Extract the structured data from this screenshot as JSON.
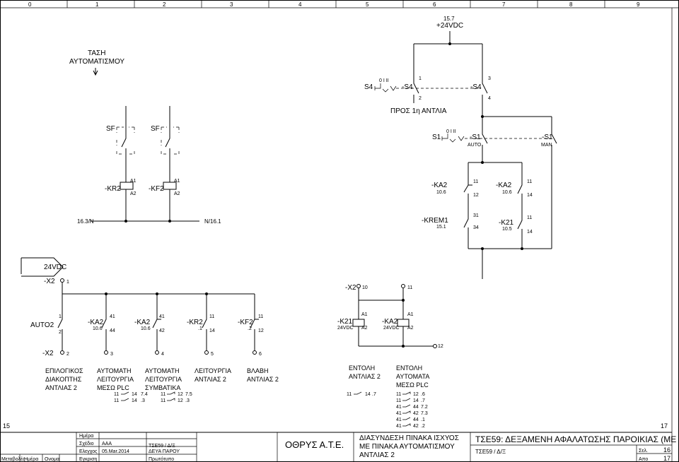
{
  "columns": [
    "0",
    "1",
    "2",
    "3",
    "4",
    "5",
    "6",
    "7",
    "8",
    "9"
  ],
  "rows": [
    "15",
    "17"
  ],
  "supply": {
    "ref": "15.7",
    "label": "+24VDC"
  },
  "tash": {
    "line1": "ΤΑΣΗ",
    "line2": "ΑΥΤΟΜΑΤΙΣΜΟΥ"
  },
  "s4": {
    "tag": "S4",
    "sw": "0 I II",
    "c1": "-S4",
    "c2": "-S4",
    "t1": "1",
    "t2": "2",
    "t3": "3",
    "t4": "4",
    "note": "ΠΡΟΣ 1η ΑΝΤΛΙΑ"
  },
  "sf": {
    "a": "SF",
    "b": "SF"
  },
  "s1": {
    "tag": "S1",
    "sw": "0 I II",
    "c1": "-S1",
    "c2": "-S1",
    "auto": "AUTO",
    "man": "MAN"
  },
  "coils": {
    "kr2": {
      "tag": "-KR2",
      "a1": "A1",
      "a2": "A2"
    },
    "kf2": {
      "tag": "-KF2",
      "a1": "A1",
      "a2": "A2"
    }
  },
  "ka2a": {
    "tag": "-KA2",
    "ref": "10.6",
    "n1": "11",
    "n2": "12"
  },
  "ka2b": {
    "tag": "-KA2",
    "ref": "10.6",
    "n1": "11",
    "n2": "14"
  },
  "krem1": {
    "tag": "-KREM1",
    "ref": "15.1",
    "n1": "31",
    "n2": "34"
  },
  "k21": {
    "tag": "-K21",
    "ref": "10.5",
    "n1": "11",
    "n2": "14"
  },
  "nline": {
    "left": "16.3/N",
    "right": "N/16.1"
  },
  "v24": "24VDC",
  "x2": {
    "tag": "-X2",
    "t1": "1",
    "t2": "2",
    "t3": "3",
    "t4": "4",
    "t5": "5",
    "t6": "6",
    "t10": "10",
    "t11": "11",
    "t12": "12"
  },
  "lower": {
    "auto2": {
      "tag": "AUTO2",
      "n1": "1",
      "n2": "2"
    },
    "ka2a": {
      "tag": "-KA2",
      "ref": "10.6",
      "n1": "41",
      "n2": "44"
    },
    "ka2b": {
      "tag": "-KA2",
      "ref": "10.6",
      "n1": "41",
      "n2": "42"
    },
    "kr2": {
      "tag": "-KR2",
      "ref": ".1",
      "n1": "11",
      "n2": "14"
    },
    "kf2": {
      "tag": "-KF2",
      "ref": ".2",
      "n1": "11",
      "n2": "12"
    },
    "k21coil": {
      "tag": "-K21",
      "v": "24VDC",
      "a1": "A1",
      "a2": "A2"
    },
    "ka2coil": {
      "tag": "-KA2",
      "v": "24VDC",
      "a1": "A1",
      "a2": "A2"
    }
  },
  "descriptions": [
    {
      "l1": "ΕΠΙΛΟΓΙΚΟΣ",
      "l2": "ΔΙΑΚΟΠΤΗΣ",
      "l3": "ΑΝΤΛΙΑΣ 2"
    },
    {
      "l1": "ΑΥΤΟΜΑΤΗ",
      "l2": "ΛΕΙΤΟΥΡΓΙΑ",
      "l3": "ΜΕΣΩ PLC"
    },
    {
      "l1": "ΑΥΤΟΜΑΤΗ",
      "l2": "ΛΕΙΤΟΥΡΓΙΑ",
      "l3": "ΣΥΜΒΑΤΙΚΑ"
    },
    {
      "l1": "ΛΕΙΤΟΥΡΓΙΑ",
      "l2": "ΑΝΤΛΙΑΣ 2",
      "l3": ""
    },
    {
      "l1": "ΒΛΑΒΗ",
      "l2": "ΑΝΤΛΙΑΣ 2",
      "l3": ""
    }
  ],
  "cmd1": {
    "l1": "ΕΝΤΟΛΗ",
    "l2": "ΑΝΤΛΙΑΣ 2"
  },
  "cmd2": {
    "l1": "ΕΝΤΟΛΗ",
    "l2": "ΑΥΤΟΜΑΤΑ",
    "l3": "ΜΕΣΩ PLC"
  },
  "xref": {
    "c1": [
      {
        "a": "11",
        "b": "14",
        "c": "7.4"
      },
      {
        "a": "11",
        "b": "14",
        "c": ".3"
      }
    ],
    "c2": [
      {
        "a": "11",
        "b": "12",
        "c": "7.5"
      },
      {
        "a": "11",
        "b": "12",
        "c": ".3"
      }
    ],
    "c3": [
      {
        "a": "11",
        "b": "14",
        "c": ".7"
      }
    ],
    "c4": [
      {
        "a": "11",
        "b": "12",
        "c": ".6"
      },
      {
        "a": "11",
        "b": "14",
        "c": ".7"
      },
      {
        "a": "41",
        "b": "44",
        "c": "7.2"
      },
      {
        "a": "41",
        "b": "42",
        "c": "7.3"
      },
      {
        "a": "41",
        "b": "44",
        "c": ".1"
      },
      {
        "a": "41",
        "b": "42",
        "c": ".2"
      }
    ]
  },
  "titleblock": {
    "date_h": "Ημέρα",
    "drawn": "Σχέδιο",
    "drawn_v": "AAA",
    "checked": "Ελεγχος",
    "checked_v": "05.Mar.2014",
    "approved": "Εγκριση",
    "rev": "Μεταβολές",
    "date": "Ημέρα",
    "name": "Ονομα",
    "proj1": "ΤΣΕ59 / Δ/Ξ",
    "proj2": "ΔΕΥΑ ΠΑΡΟΥ",
    "orig": "Πρωτότυπο",
    "company": "ΟΘΡΥΣ Α.Τ.Ε.",
    "desc1": "ΔΙΑΣΥΝΔΕΣΗ ΠΙΝΑΚΑ ΙΣΧΥΟΣ",
    "desc2": "ΜΕ ΠΙΝΑΚΑ ΑΥΤΟΜΑΤΙΣΜΟΥ",
    "desc3": "ΑΝΤΛΙΑΣ 2",
    "big": "ΤΣΕ59: ΔΕΞΑΜΕΝΗ ΑΦΑΛΑΤΩΣΗΣ ΠΑΡΟΙΚΙΑΣ (ΜΕ",
    "code": "ΤΣΕ59 / Δ/Ξ",
    "sheet_l": "Σελ.",
    "sheet_v": "16",
    "of_l": "Απο",
    "of_v": "17"
  }
}
